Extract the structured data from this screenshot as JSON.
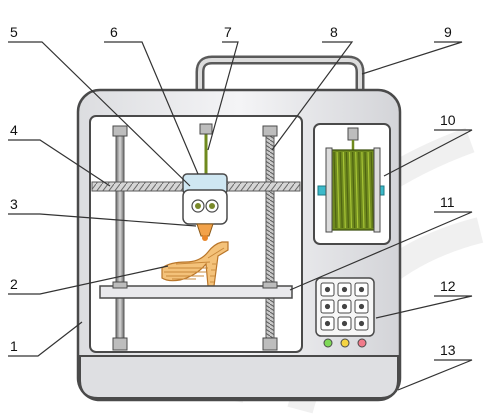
{
  "diagram": {
    "callouts": [
      {
        "id": "1",
        "label": "1"
      },
      {
        "id": "2",
        "label": "2"
      },
      {
        "id": "3",
        "label": "3"
      },
      {
        "id": "4",
        "label": "4"
      },
      {
        "id": "5",
        "label": "5"
      },
      {
        "id": "6",
        "label": "6"
      },
      {
        "id": "7",
        "label": "7"
      },
      {
        "id": "8",
        "label": "8"
      },
      {
        "id": "9",
        "label": "9"
      },
      {
        "id": "10",
        "label": "10"
      },
      {
        "id": "11",
        "label": "11"
      },
      {
        "id": "12",
        "label": "12"
      },
      {
        "id": "13",
        "label": "13"
      }
    ],
    "control_panel_buttons": 9,
    "status_lights": [
      "#7ed957",
      "#f5d442",
      "#f07a8a"
    ],
    "colors": {
      "frame_outline": "#4a4a4a",
      "frame_fill": "#ececee",
      "rod": "#9a9a9a",
      "filament": "#6f8a1e",
      "filament_light": "#a7c436",
      "spool_accent": "#3bb9c9",
      "print_object": "#e8a24a",
      "nozzle": "#f2a24a"
    }
  }
}
